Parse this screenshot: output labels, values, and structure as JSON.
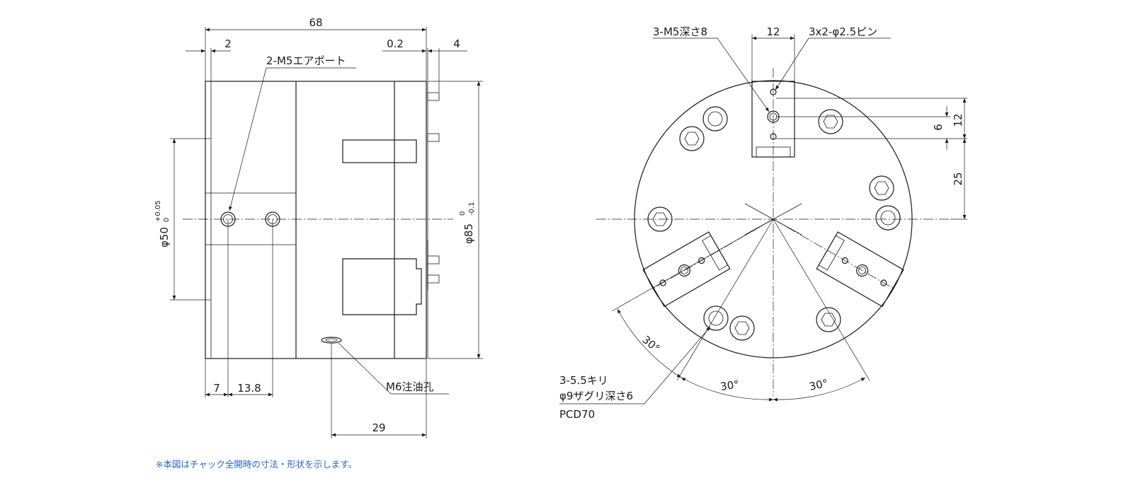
{
  "side_view": {
    "dim_width": "68",
    "dim_2": "2",
    "dim_0_2": "0.2",
    "dim_4": "4",
    "air_port": "2-M5エアポート",
    "bore_main": "φ50",
    "bore_tol_upper": "+0.05",
    "bore_tol_lower": "0",
    "outer_main": "φ85",
    "outer_tol_upper": "0",
    "outer_tol_lower": "-0.1",
    "dim_7": "7",
    "dim_13_8": "13.8",
    "oil_hole": "M6注油孔",
    "dim_29": "29"
  },
  "front_view": {
    "tap_holes": "3-M5深さ8",
    "dim_12_top": "12",
    "pins": "3x2-φ2.5ピン",
    "dim_12_right": "12",
    "dim_6": "6",
    "dim_25": "25",
    "angle_1": "30°",
    "angle_2": "30°",
    "angle_3": "30°",
    "bolt_line1": "3-5.5キリ",
    "bolt_line2": "φ9ザグリ深さ6",
    "bolt_line3": "PCD70"
  },
  "footnote": "※本図はチャック全開時の寸法・形状を示します。"
}
